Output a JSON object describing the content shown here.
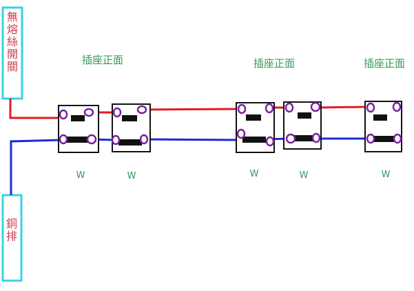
{
  "diagram": {
    "breaker_box": {
      "label": "無熔絲開關",
      "border_color": "#35d3e6"
    },
    "busbar_box": {
      "label": "銅排",
      "border_color": "#35d3e6"
    },
    "wire_colors": {
      "live": "#e11d22",
      "neutral": "#1b2bd6"
    },
    "outlet_headings": [
      {
        "text": "插座正面"
      },
      {
        "text": "插座正面"
      },
      {
        "text": "插座正面"
      }
    ],
    "outlet_labels": [
      {
        "text": "W"
      },
      {
        "text": "W"
      },
      {
        "text": "W"
      },
      {
        "text": "W"
      },
      {
        "text": "W"
      }
    ],
    "terminal_color": "#7a1fa2"
  }
}
